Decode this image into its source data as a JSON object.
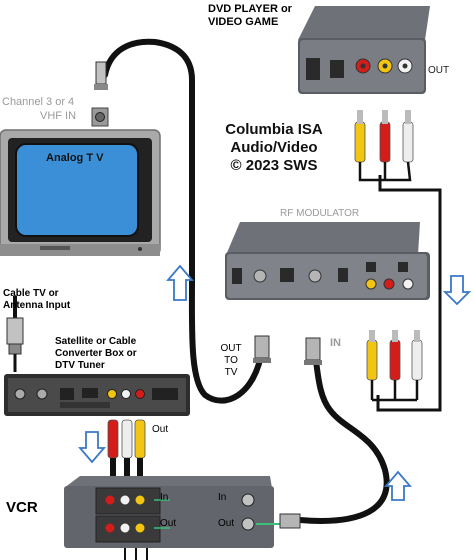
{
  "title_lines": [
    "Columbia ISA",
    "Audio/Video",
    "© 2023 SWS"
  ],
  "dvd": {
    "label_lines": [
      "DVD PLAYER or",
      "VIDEO GAME"
    ],
    "out_label": "OUT"
  },
  "tv": {
    "vhf_label_lines": [
      "Channel 3 or 4",
      "VHF IN"
    ],
    "screen_label": "Analog T V"
  },
  "rf_modulator": {
    "label": "RF MODULATOR",
    "out_label_lines": [
      "OUT",
      "TO",
      "TV"
    ],
    "in_label": "IN"
  },
  "cable": {
    "label_lines": [
      "Cable TV or",
      "Antenna Input"
    ]
  },
  "converter": {
    "label_lines": [
      "Satellite or Cable",
      "Converter Box or",
      "DTV Tuner"
    ],
    "out_label": "Out"
  },
  "vcr": {
    "label": "VCR",
    "in_labels": [
      "In",
      "In"
    ],
    "out_labels": [
      "Out",
      "Out"
    ]
  },
  "colors": {
    "cable": "#111111",
    "video_yellow": "#f2c417",
    "audio_red": "#c8201e",
    "audio_white": "#e8e8e8",
    "arrow": "#3a78c8",
    "tv_screen": "#3a8fd6"
  }
}
